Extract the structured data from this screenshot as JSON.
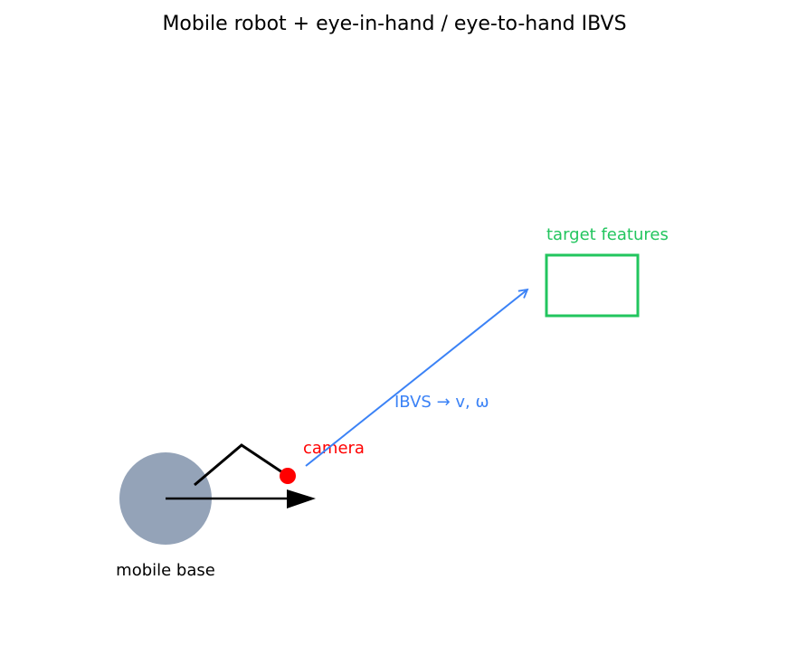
{
  "title": "Mobile robot + eye-in-hand / eye-to-hand IBVS",
  "labels": {
    "mobile_base": "mobile base",
    "camera": "camera",
    "target": "target features",
    "ibvs": "IBVS → v, ω"
  },
  "colors": {
    "base": "#94a3b8",
    "camera": "#ff0000",
    "target": "#22c55e",
    "ibvs_arrow": "#3b82f6",
    "arm": "#000000",
    "text": "#000000"
  }
}
